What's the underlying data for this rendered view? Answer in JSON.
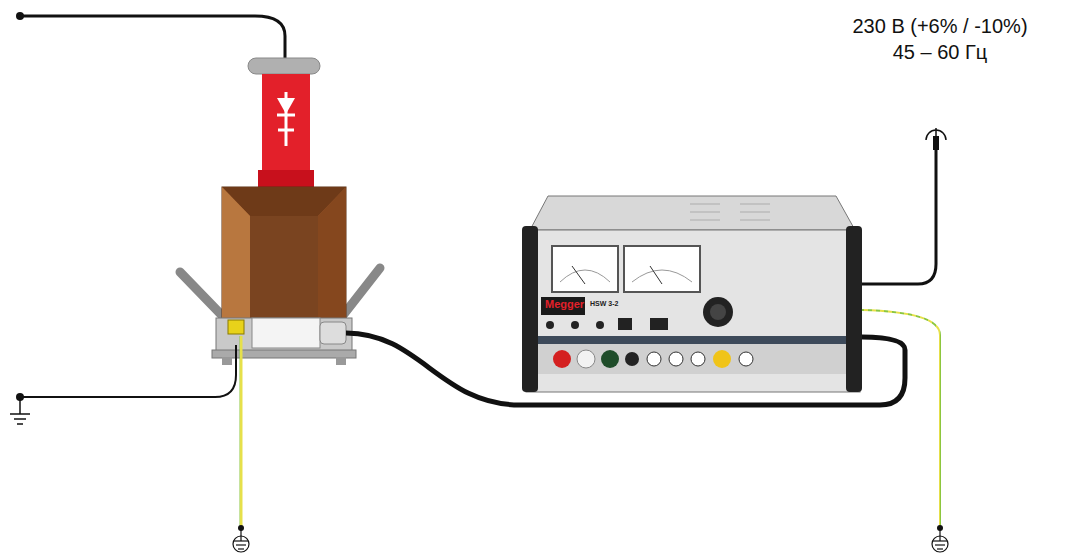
{
  "diagram": {
    "nodes": [
      {
        "text": [
          "Megger",
          "HSW 3-2"
        ]
      }
    ],
    "labels": [
      "230 В (+6% / -10%)",
      "45 – 60 Гц"
    ]
  }
}
